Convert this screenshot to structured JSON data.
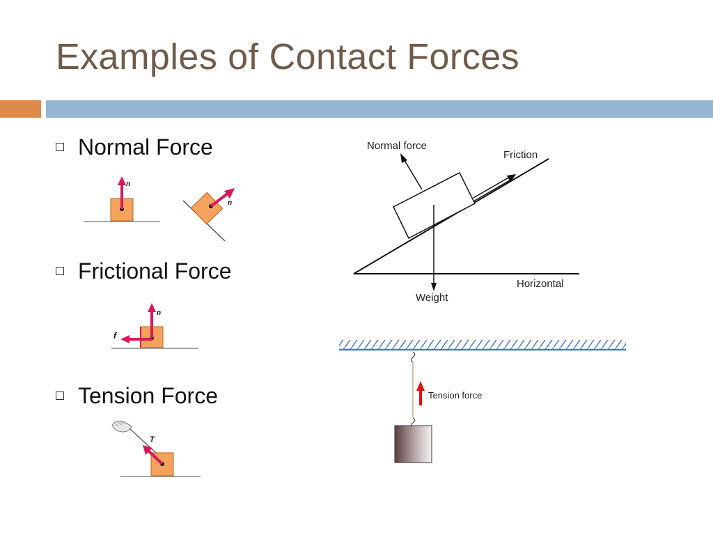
{
  "slide": {
    "title": "Examples of Contact Forces"
  },
  "bullets": [
    {
      "label": "Normal Force"
    },
    {
      "label": "Frictional Force"
    },
    {
      "label": "Tension Force"
    }
  ],
  "small_figures": {
    "normal_vector_label": "n",
    "friction_vector_label": "f",
    "tension_vector_label": "T"
  },
  "incline_diagram": {
    "normal_label": "Normal force",
    "friction_label": "Friction",
    "weight_label": "Weight",
    "horizontal_label": "Horizontal"
  },
  "tension_diagram": {
    "tension_label": "Tension force"
  },
  "colors": {
    "title": "#6f5a4c",
    "accent_orange": "#dd8a4a",
    "accent_blue": "#94b6d2",
    "block_orange": "#f4a25e",
    "force_arrow": "#d9195a",
    "ceiling_blue": "#4a7bc0"
  }
}
